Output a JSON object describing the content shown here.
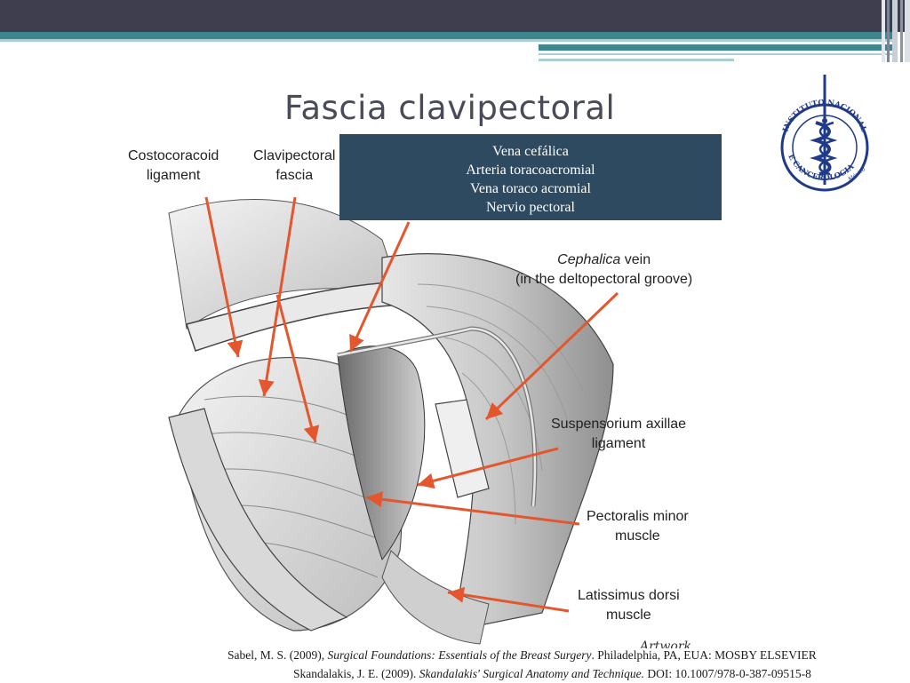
{
  "slide": {
    "title": "Fascia clavipectoral"
  },
  "info_box": {
    "lines": [
      "Vena cefálica",
      "Arteria toracoacromial",
      "Vena toraco acromial",
      "Nervio pectoral"
    ],
    "background": "#2e4a61"
  },
  "figure_labels": {
    "costocoracoid": [
      "Costocoracoid",
      "ligament"
    ],
    "clavipectoral": [
      "Clavipectoral",
      "fascia"
    ],
    "cephalica": [
      "Cephalica",
      " vein",
      "(in the deltopectoral groove)"
    ],
    "suspensorium": [
      "Suspensorium axillae",
      "ligament"
    ],
    "pectoralis": [
      "Pectoralis minor",
      "muscle"
    ],
    "latissimus": [
      "Latissimus dorsi",
      "muscle"
    ],
    "signature": "Artwork"
  },
  "logo": {
    "ring_top": "INSTITUTO NACIONAL",
    "ring_bottom": "DE CANCEROLOGIA",
    "ring_suffix": "México",
    "color": "#1f3a8a"
  },
  "references": {
    "ref1_pre": "Sabel, M. S. (2009), ",
    "ref1_title": "Surgical Foundations: Essentials of the Breast Surgery",
    "ref1_post": ". Philadelphia, PA, EUA: MOSBY ELSEVIER",
    "ref2_pre": "Skandalakis, J. E. (2009). ",
    "ref2_title": "Skandalakis' Surgical Anatomy and Technique.",
    "ref2_post": " DOI: 10.1007/978-0-387-09515-8"
  },
  "colors": {
    "top_bar": "#3f3e4f",
    "accent_teal": "#3d878c",
    "accent_light": "#a9cfd2",
    "arrow": "#e4572e"
  }
}
